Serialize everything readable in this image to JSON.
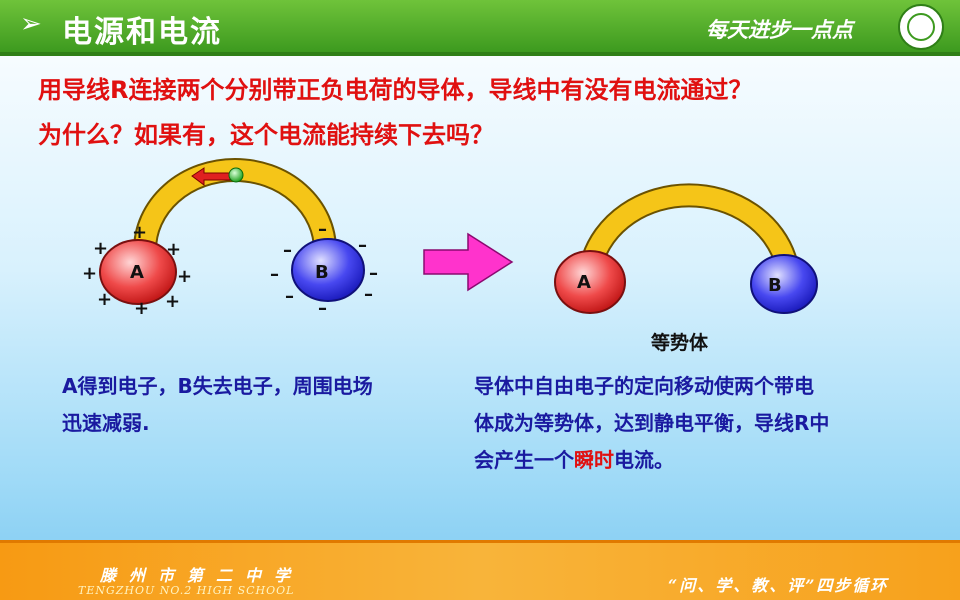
{
  "header": {
    "title": "电源和电流",
    "motto": "每天进步一点点"
  },
  "question": {
    "line1": "用导线R连接两个分别带正负电荷的导体，导线中有没有电流通过？",
    "line2": "为什么？如果有，这个电流能持续下去吗？"
  },
  "left_diagram": {
    "ball_a": "A",
    "ball_b": "B",
    "plus": "+",
    "minus": "–"
  },
  "right_diagram": {
    "ball_a": "A",
    "ball_b": "B",
    "caption": "等势体"
  },
  "notes": {
    "left_line1": "A得到电子，B失去电子，周围电场",
    "left_line2": "迅速减弱.",
    "right_line1": "导体中自由电子的定向移动使两个带电",
    "right_line2": "体成为等势体，达到静电平衡，导线R中",
    "right_line3_a": "会产生一个",
    "right_line3_highlight": "瞬时",
    "right_line3_b": "电流。"
  },
  "footer": {
    "school_cn": "滕州市第二中学",
    "school_en": "TENGZHOU NO.2 HIGH SCHOOL",
    "motto": "“问、学、教、评”四步循环"
  },
  "colors": {
    "header_green": "#3d9a1f",
    "question_red": "#e01010",
    "note_blue": "#1a1aa0",
    "wire_yellow": "#f5c518",
    "ball_red": "#e83a3a",
    "ball_blue": "#3a3ae8",
    "arrow_magenta": "#ff33cc",
    "footer_orange": "#f79a13"
  }
}
